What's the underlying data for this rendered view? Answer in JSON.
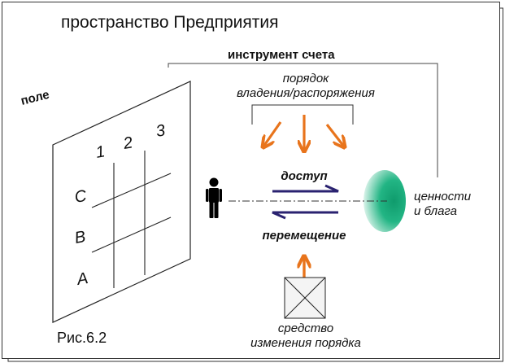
{
  "title": "пространство Предприятия",
  "instrument_label": "инструмент счета",
  "field_label": "поле",
  "order": {
    "line1": "порядок",
    "line2": "владения/распоряжения"
  },
  "access_label": "доступ",
  "movement_label": "перемещение",
  "values": {
    "line1": "ценности",
    "line2": "и блага"
  },
  "means": {
    "line1": "средство",
    "line2": "изменения порядка"
  },
  "grid": {
    "columns": [
      "1",
      "2",
      "3"
    ],
    "rows": [
      "C",
      "B",
      "A"
    ]
  },
  "figure_caption": "Рис.6.2",
  "colors": {
    "arrow_orange": "#e8741c",
    "arrow_navy": "#2a2270",
    "ellipse_green": "#16a877"
  }
}
